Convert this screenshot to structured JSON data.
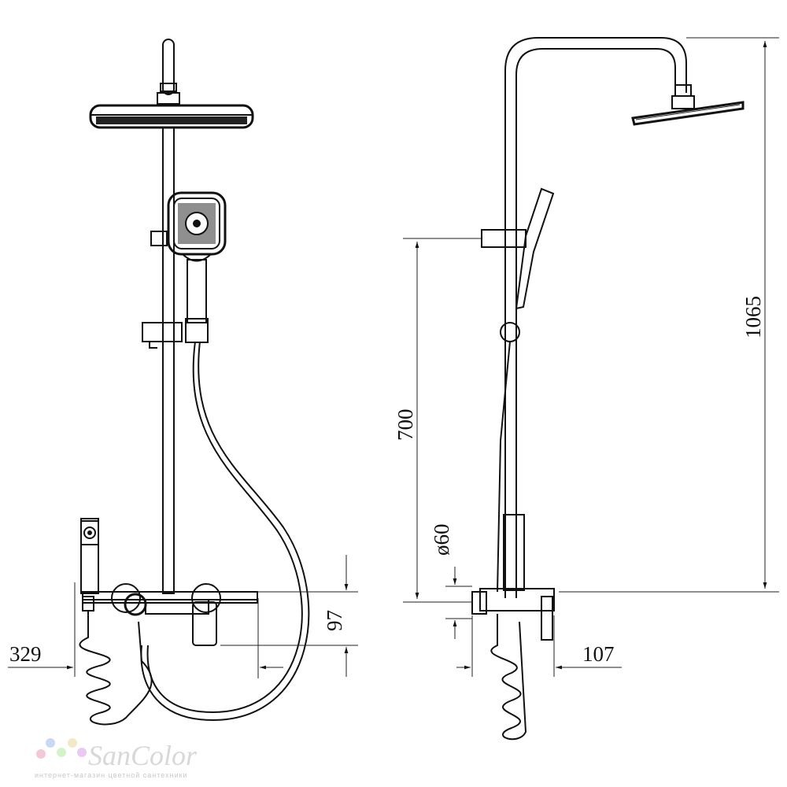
{
  "dimensions": {
    "projection_left": "329",
    "height_bar": "1065",
    "slide_bar": "700",
    "center_distance": "97",
    "pipe_diameter": "ø60",
    "outlet_depth": "107"
  },
  "watermark": {
    "brand": "SanColor",
    "tagline": "интернет-магазин цветной сантехники"
  },
  "colors": {
    "line": "#111111",
    "watermark": "#d8d8d8"
  }
}
